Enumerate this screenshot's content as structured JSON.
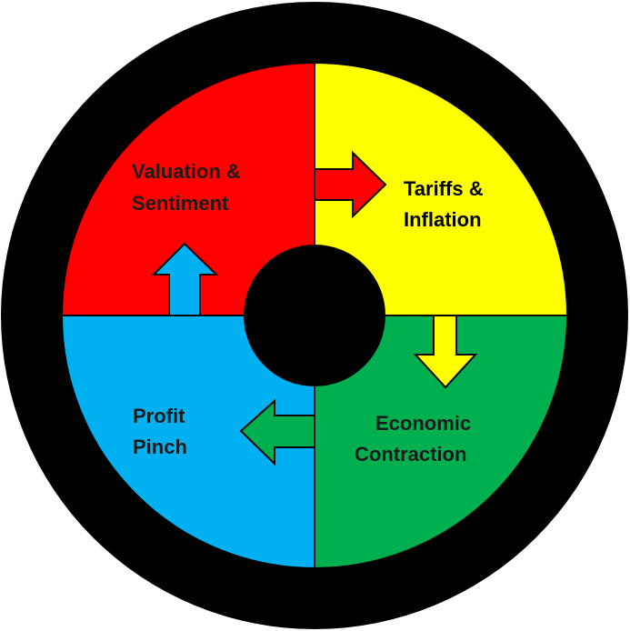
{
  "diagram": {
    "type": "cycle",
    "ring_color": "#000000",
    "divider_color": "#000000",
    "quadrants": [
      {
        "id": "valuation",
        "label_line1": "Valuation &",
        "label_line2": "Sentiment",
        "color": "#ff0000",
        "text_color": "#1a1a1a"
      },
      {
        "id": "tariffs",
        "label_line1": "Tariffs &",
        "label_line2": "Inflation",
        "color": "#ffff00",
        "text_color": "#000000"
      },
      {
        "id": "contraction",
        "label_line1": "Economic",
        "label_line2": "Contraction",
        "color": "#00b050",
        "text_color": "#1a1a1a"
      },
      {
        "id": "profit",
        "label_line1": "Profit",
        "label_line2": "Pinch",
        "color": "#00b0f0",
        "text_color": "#1a1a1a"
      }
    ],
    "arrows": [
      {
        "from": "valuation",
        "to": "tariffs",
        "direction": "right",
        "color": "#ff0000"
      },
      {
        "from": "tariffs",
        "to": "contraction",
        "direction": "down",
        "color": "#ffff00"
      },
      {
        "from": "contraction",
        "to": "profit",
        "direction": "left",
        "color": "#00b050"
      },
      {
        "from": "profit",
        "to": "valuation",
        "direction": "up",
        "color": "#00b0f0"
      }
    ]
  }
}
